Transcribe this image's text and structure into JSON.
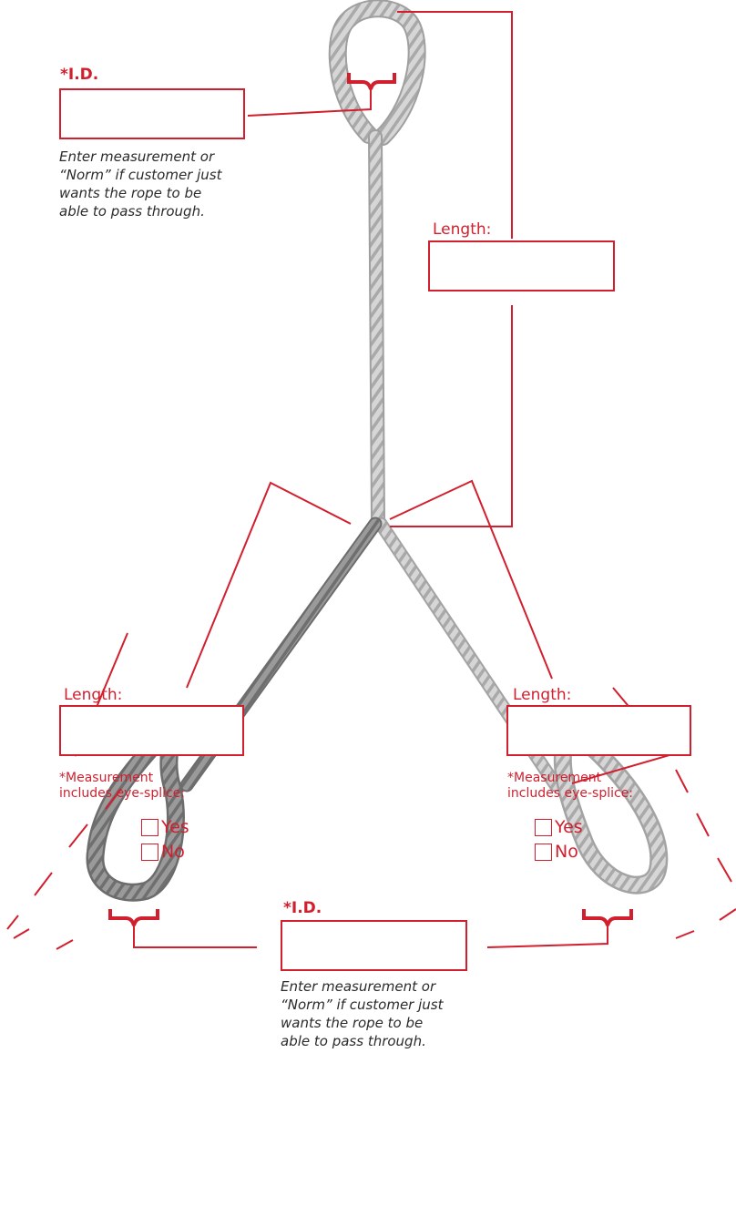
{
  "top_eye": {
    "id_label": "*I.D.",
    "id_value": "",
    "note": [
      "Enter measurement or",
      "“Norm” if customer just",
      "wants the rope to be",
      "able to pass through."
    ]
  },
  "main_length": {
    "label": "Length:",
    "value": ""
  },
  "left_leg": {
    "length_label": "Length:",
    "length_value": "",
    "measure_note": [
      "*Measurement",
      "includes eye-splice:"
    ],
    "yes_label": "Yes",
    "no_label": "No"
  },
  "right_leg": {
    "length_label": "Length:",
    "length_value": "",
    "measure_note": [
      "*Measurement",
      "includes eye-splice:"
    ],
    "yes_label": "Yes",
    "no_label": "No"
  },
  "bottom_eye": {
    "id_label": "*I.D.",
    "id_value": "",
    "note": [
      "Enter measurement or",
      "“Norm” if customer just",
      "wants the rope to be",
      "able to pass through."
    ]
  },
  "colors": {
    "accent": "#d11f2e",
    "rope_light": "#d4d4d4",
    "rope_dark": "#8c8c8c",
    "text": "#2b2b2b"
  },
  "icons": {
    "top": "rope-eye-loop-icon",
    "left": "rope-eye-loop-icon",
    "right": "rope-eye-loop-icon"
  }
}
